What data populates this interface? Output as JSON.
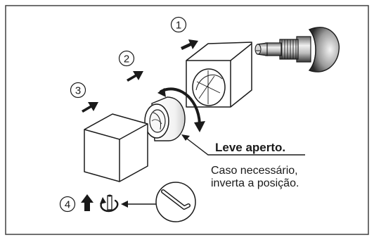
{
  "steps": {
    "s1": "1",
    "s2": "2",
    "s3": "3",
    "s4": "4"
  },
  "callout": {
    "title": "Leve aperto.",
    "note_line1": "Caso necessário,",
    "note_line2": "inverta a posição."
  },
  "icons": [
    "push-arrow-icon",
    "rotate-arrow-icon",
    "up-arrow-icon",
    "hex-key-icon"
  ],
  "colors": {
    "ink": "#1a1a1a",
    "frame": "#404040",
    "background": "#ffffff"
  }
}
